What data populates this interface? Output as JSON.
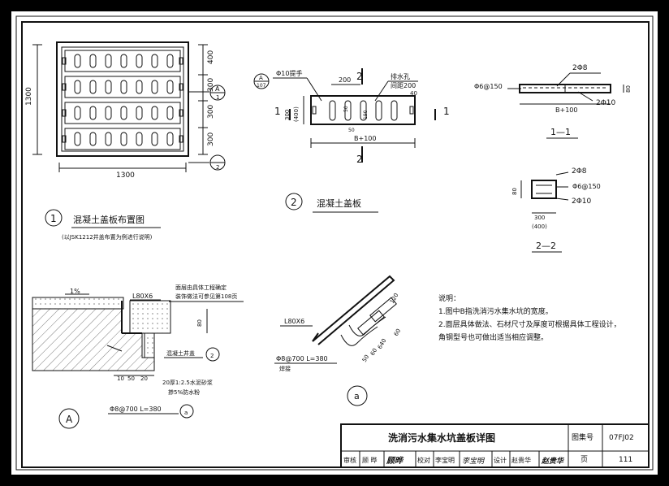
{
  "layout_plan": {
    "title": "混凝土盖板布置图",
    "number": "1",
    "note": "(以JSK1212井盖布置为例进行说明)",
    "dims": {
      "right": [
        "400",
        "300",
        "300",
        "300"
      ],
      "bottom": "1300",
      "left": "1300"
    },
    "section_refs": [
      {
        "top": "A",
        "bottom": "1"
      },
      {
        "top": "",
        "bottom": "2"
      }
    ]
  },
  "cover_plate": {
    "title": "混凝土盖板",
    "number": "2",
    "hook_label": "Φ10提手",
    "ref": {
      "top": "A",
      "bottom": "107"
    },
    "drain_hole": [
      "排水孔",
      "间距200"
    ],
    "dims": {
      "top": "200",
      "width": "B+100",
      "height": [
        "300",
        "(400)"
      ],
      "slot": [
        "50",
        "190"
      ],
      "right": "40",
      "gap": "50"
    },
    "section_marks": {
      "cut11": "1",
      "cut22": "2"
    }
  },
  "section_1_1": {
    "title": "1—1",
    "rebar_top": "2Φ8",
    "rebar_side": "Φ6@150",
    "rebar_bottom": "2Φ10",
    "height": "80",
    "width": "B+100"
  },
  "section_2_2": {
    "title": "2—2",
    "rebar_top": "2Φ8",
    "rebar_mid": "Φ6@150",
    "rebar_bottom": "2Φ10",
    "height": "80",
    "width": [
      "300",
      "(400)"
    ]
  },
  "detail_A": {
    "label": "A",
    "slope": "1%",
    "angle": "L80X6",
    "finish_note": [
      "面层由具体工程确定",
      "装饰做法可参见第108页"
    ],
    "dim_80": "80",
    "cover_label": "混凝土井盖",
    "cover_ref": "2",
    "mortar": [
      "20厚1:2.5水泥砂浆",
      "掺5%防水粉"
    ],
    "dims_bottom": [
      "10",
      "50",
      "20"
    ],
    "anchor": "Φ8@700  L=380",
    "anchor_ref": "a"
  },
  "detail_a": {
    "label": "a",
    "angle": "L80X6",
    "anchor": "Φ8@700  L=380",
    "weld": "焊接",
    "dims": [
      "120",
      "60",
      "640",
      "60",
      "50"
    ]
  },
  "notes": {
    "heading": "说明：",
    "items": [
      "1.图中B指洗消污水集水坑的宽度。",
      "2.面层具体做法、石材尺寸及厚度可根据具体工程设计，",
      "角钢型号也可做出适当相应调整。"
    ]
  },
  "title_block": {
    "drawing_title": "洗消污水集水坑盖板详图",
    "atlas_label": "图集号",
    "atlas_no": "07FJ02",
    "page_label": "页",
    "page_no": "111",
    "roles": [
      {
        "role": "审核",
        "name": "顾 晔",
        "sign": "顾晔"
      },
      {
        "role": "校对",
        "name": "李宝明",
        "sign": "李宝明"
      },
      {
        "role": "设计",
        "name": "赵贵华",
        "sign": "赵贵华"
      }
    ]
  }
}
